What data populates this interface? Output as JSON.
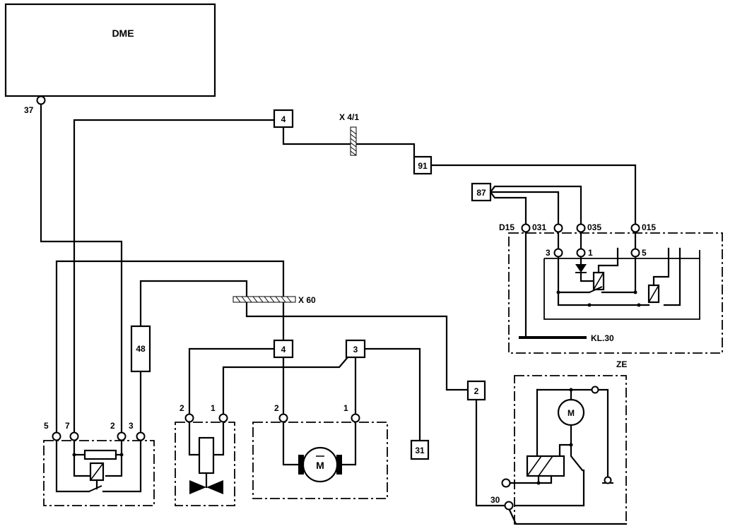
{
  "labels": {
    "dme": "DME",
    "pin_37": "37",
    "conn_4_top": "4",
    "x41": "X 4/1",
    "conn_91": "91",
    "conn_87": "87",
    "d15": "D15",
    "p031": "031",
    "p035": "035",
    "p015": "015",
    "r3": "3",
    "r1": "1",
    "r5": "5",
    "kl30": "KL.30",
    "x60": "X 60",
    "conn_48": "48",
    "conn_4_mid": "4",
    "conn_3_mid": "3",
    "conn_2": "2",
    "conn_31": "31",
    "ze": "ZE",
    "sensor_5": "5",
    "sensor_7": "7",
    "sensor_2": "2",
    "sensor_3": "3",
    "valve_2": "2",
    "valve_1": "1",
    "motor_2": "2",
    "motor_1": "1",
    "motor_m": "M",
    "ze_motor_m": "M",
    "ze_30": "30"
  }
}
